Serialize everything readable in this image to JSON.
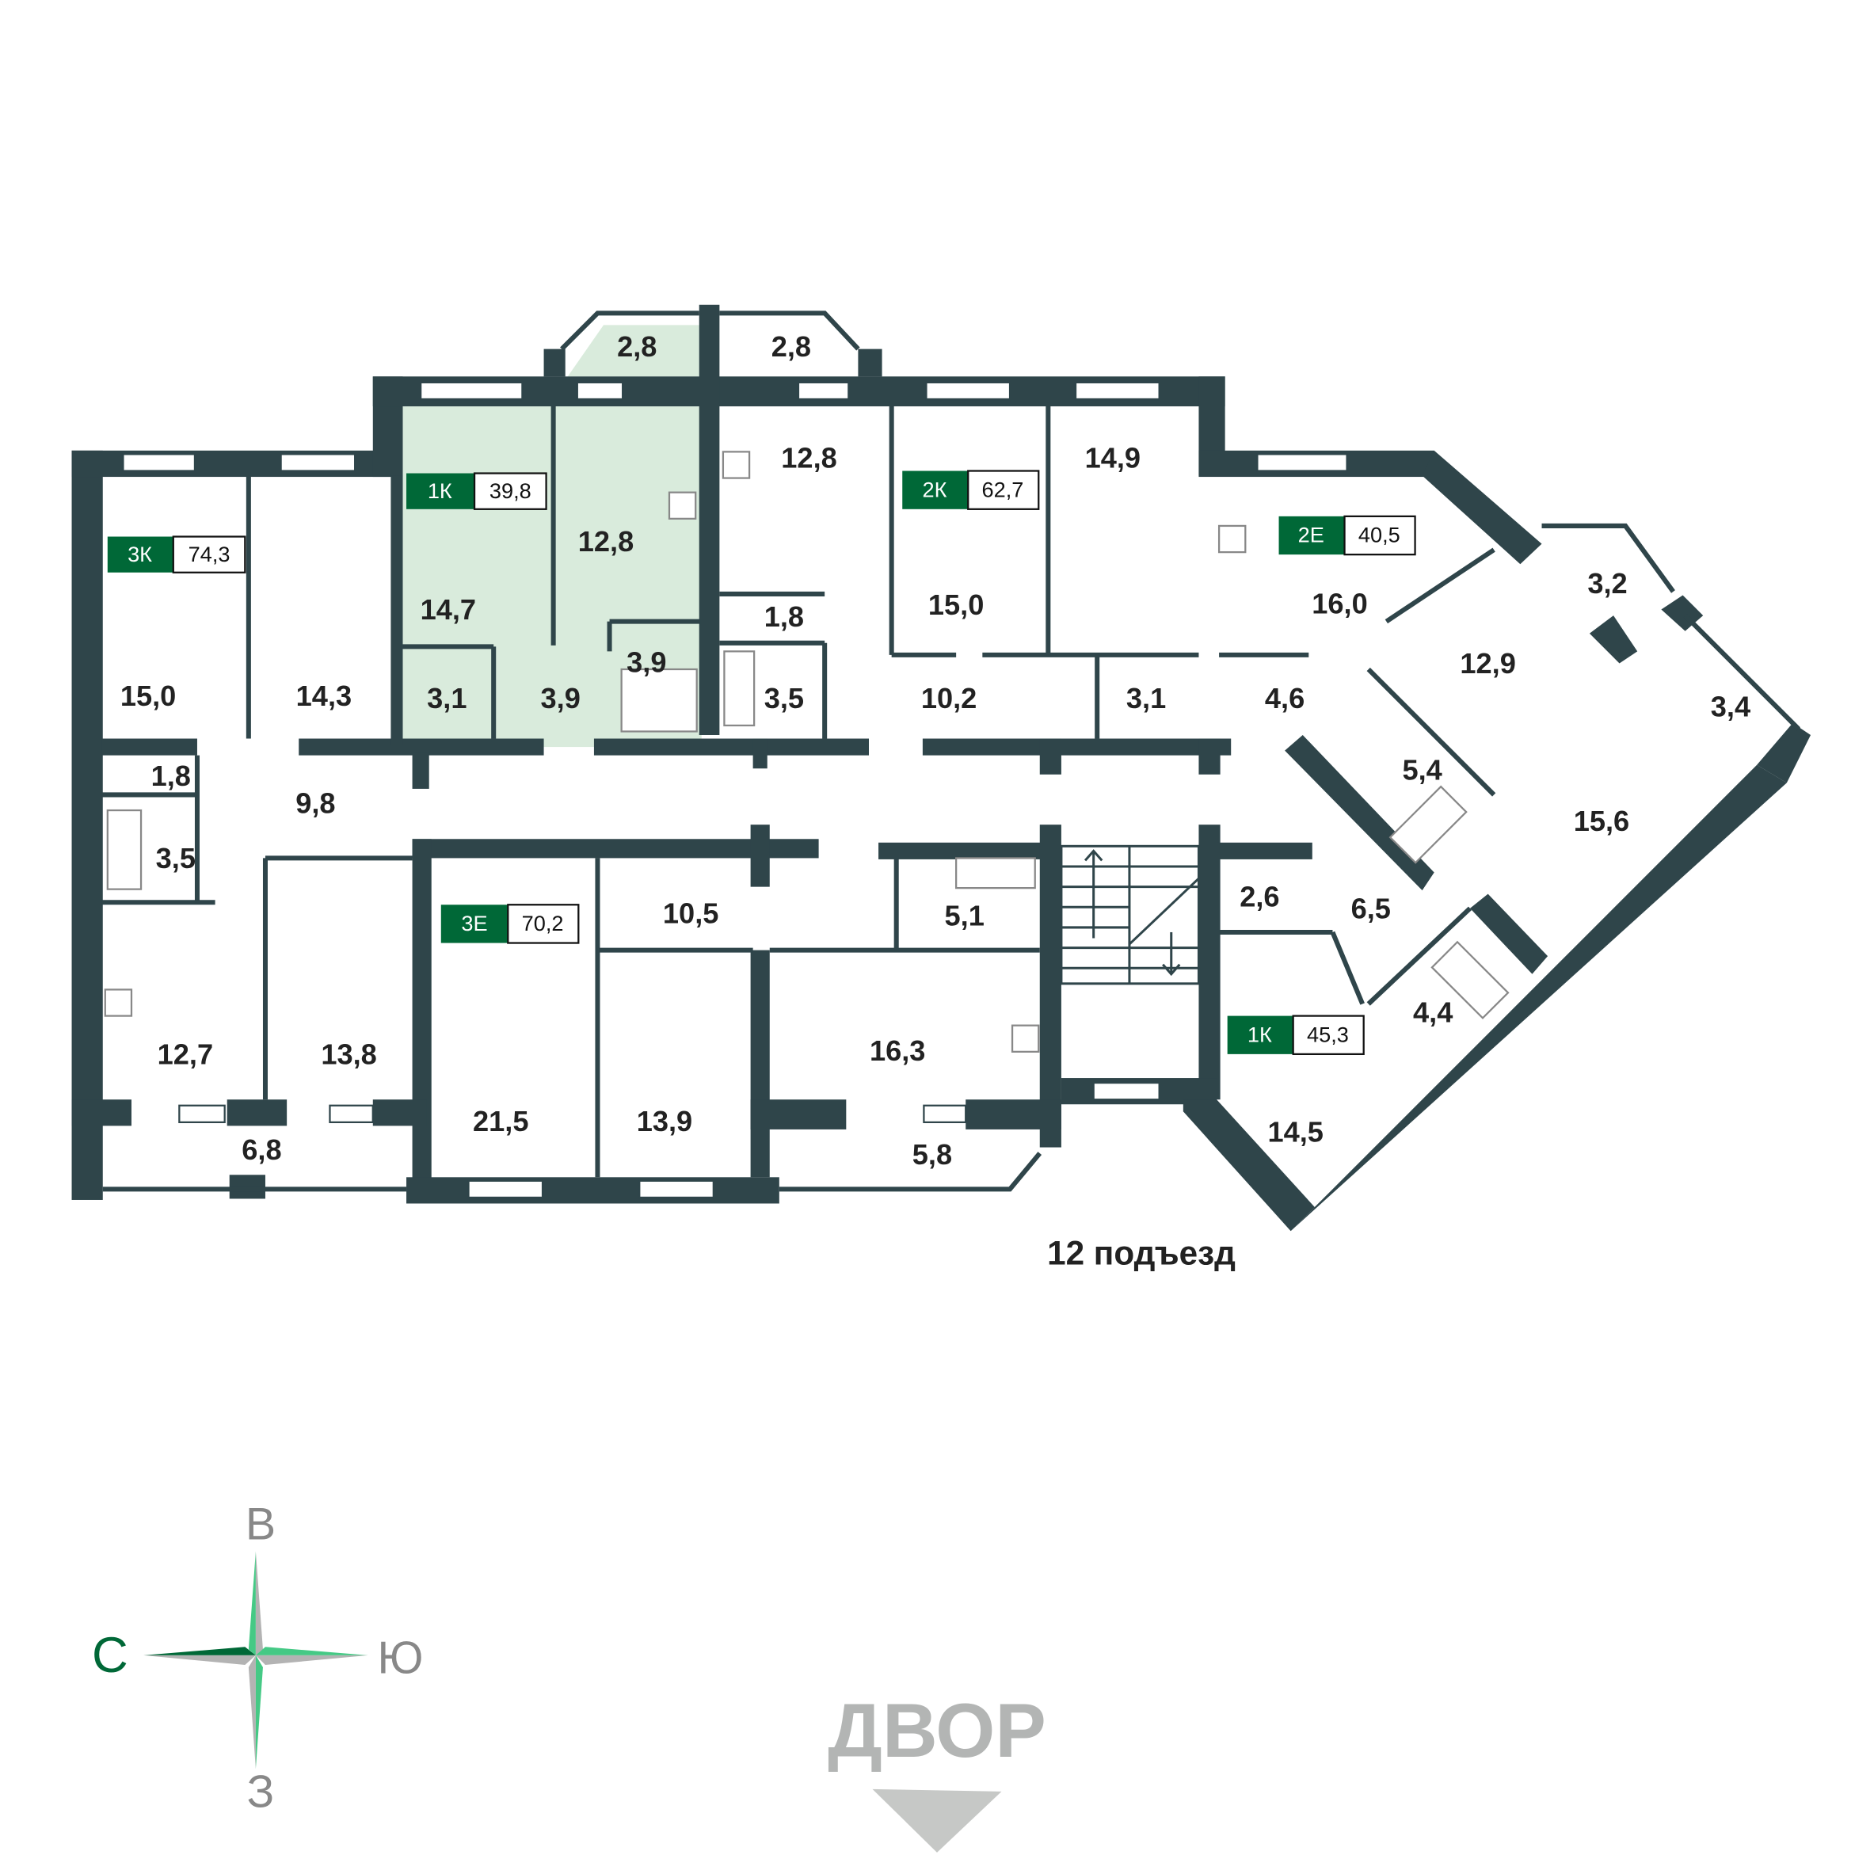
{
  "colors": {
    "wall": "#2f454a",
    "highlight": "#d9ebdc",
    "badge": "#006837",
    "compass_green": "#45c985",
    "compass_dark": "#006837",
    "compass_gray": "#b3b3b3"
  },
  "entrance_label": "12 подъезд",
  "yard_label": "ДВОР",
  "compass": {
    "north": "С",
    "south": "Ю",
    "east": "В",
    "west": "З"
  },
  "apartments": [
    {
      "type": "3К",
      "area": "74,3"
    },
    {
      "type": "1К",
      "area": "39,8"
    },
    {
      "type": "2К",
      "area": "62,7"
    },
    {
      "type": "2Е",
      "area": "40,5"
    },
    {
      "type": "3Е",
      "area": "70,2"
    },
    {
      "type": "1К",
      "area": "45,3"
    }
  ],
  "rooms": [
    "2,8",
    "2,8",
    "12,8",
    "14,9",
    "12,8",
    "14,7",
    "16,0",
    "1,8",
    "15,0",
    "3,2",
    "12,9",
    "15,0",
    "14,3",
    "3,1",
    "3,9",
    "3,9",
    "3,5",
    "10,2",
    "3,1",
    "4,6",
    "3,4",
    "5,4",
    "1,8",
    "9,8",
    "15,6",
    "3,5",
    "2,6",
    "10,5",
    "5,1",
    "6,5",
    "4,4",
    "12,7",
    "13,8",
    "16,3",
    "14,5",
    "21,5",
    "13,9",
    "5,8",
    "6,8"
  ]
}
